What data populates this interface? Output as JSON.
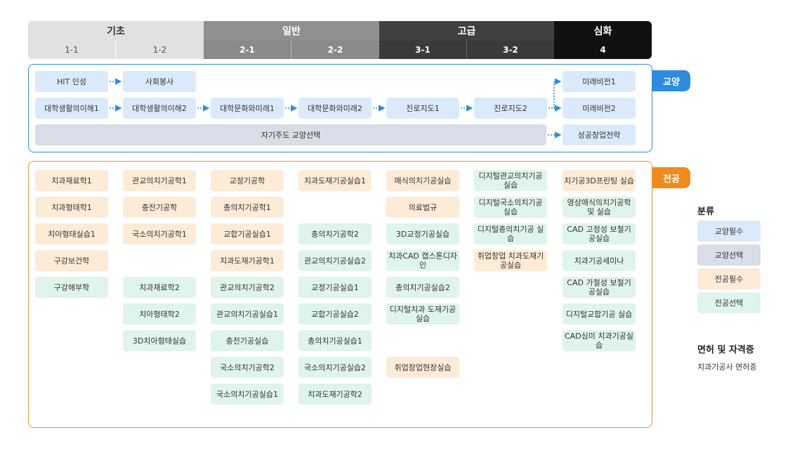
{
  "header": {
    "levels": [
      {
        "label": "기초",
        "bg": "#e1e1e1",
        "color": "#333333"
      },
      {
        "label": "일반",
        "bg": "#909090",
        "color": "#ffffff"
      },
      {
        "label": "고급",
        "bg": "#404040",
        "color": "#ffffff"
      },
      {
        "label": "심화",
        "bg": "#111111",
        "color": "#ffffff"
      }
    ],
    "semesters": [
      "1-1",
      "1-2",
      "2-1",
      "2-2",
      "3-1",
      "3-2",
      "4"
    ]
  },
  "gen": {
    "tag": "교양",
    "row1": [
      "HIT 인성",
      "사회봉사"
    ],
    "row2": [
      "대학생활의이해1",
      "대학생활의이해2",
      "대학문화와미래1",
      "대학문화와미래2",
      "진로지도1",
      "진로지도2"
    ],
    "wide": "자기주도 교양선택",
    "right": [
      "미래비전1",
      "미래비전2",
      "성공창업전략"
    ]
  },
  "major": {
    "tag": "전공",
    "col1": [
      "치과재료학1",
      "치과형태학1",
      "치아형태실습1",
      "구강보건학",
      "구강해부학"
    ],
    "col2_top": [
      "관교의치기공학1",
      "충전기공학",
      "국소의치기공학1"
    ],
    "col2_bottom": [
      "치과재료학2",
      "치아형태학2",
      "3D치아형태실습"
    ],
    "col3": [
      "교정기공학",
      "총의치기공학1",
      "교합기공실습1",
      "치과도재기공학1",
      "관교의치기공학2",
      "관교의치기공실습1",
      "충전기공실습",
      "국소의치기공학2",
      "국소의치기공실습1"
    ],
    "col4_top": "치과도재기공실습1",
    "col4": [
      "총의치기공학2",
      "관교의치기공실습2",
      "교정기공실습1",
      "교합기공실습2",
      "총의치기공실습1",
      "국소의치기공실습2",
      "치과도재기공학2"
    ],
    "col5": [
      "매식의치기공실습",
      "의료법규",
      "3D교정기공실습",
      "치과CAD 캡스톤디자인",
      "총의치기공실습2",
      "디지털치과 도재기공실습"
    ],
    "col5_bottom": "취업창업현장실습",
    "col6": [
      "디지털관교의치기공 실습",
      "디지털국소의치기공 실습",
      "디지털총의치기공 실습",
      "취업창업 치과도재기공실습"
    ],
    "col7": [
      "치기공3D프린팅 실습",
      "영상매식의치기공학 및 실습",
      "CAD 고정성 보철기공실습",
      "치과기공세미나",
      "CAD 가철성 보철기공실습",
      "디지털교합기공 실습",
      "CAD심미 치과기공실습"
    ]
  },
  "legend": {
    "title": "분류",
    "items": [
      "교양필수",
      "교양선택",
      "전공필수",
      "전공선택"
    ]
  },
  "cert": {
    "title": "면허 및 자격증",
    "text": "치과기공사 면허증"
  },
  "colors": {
    "gen_border": "#2f8be0",
    "gen_tag": "#2f8be0",
    "major_border": "#e8943a",
    "major_tag": "#f08a1c",
    "req_gen": "#dbeafb",
    "sel_gen": "#d8dde8",
    "req_maj": "#fdebd8",
    "sel_maj": "#dff4ea"
  }
}
